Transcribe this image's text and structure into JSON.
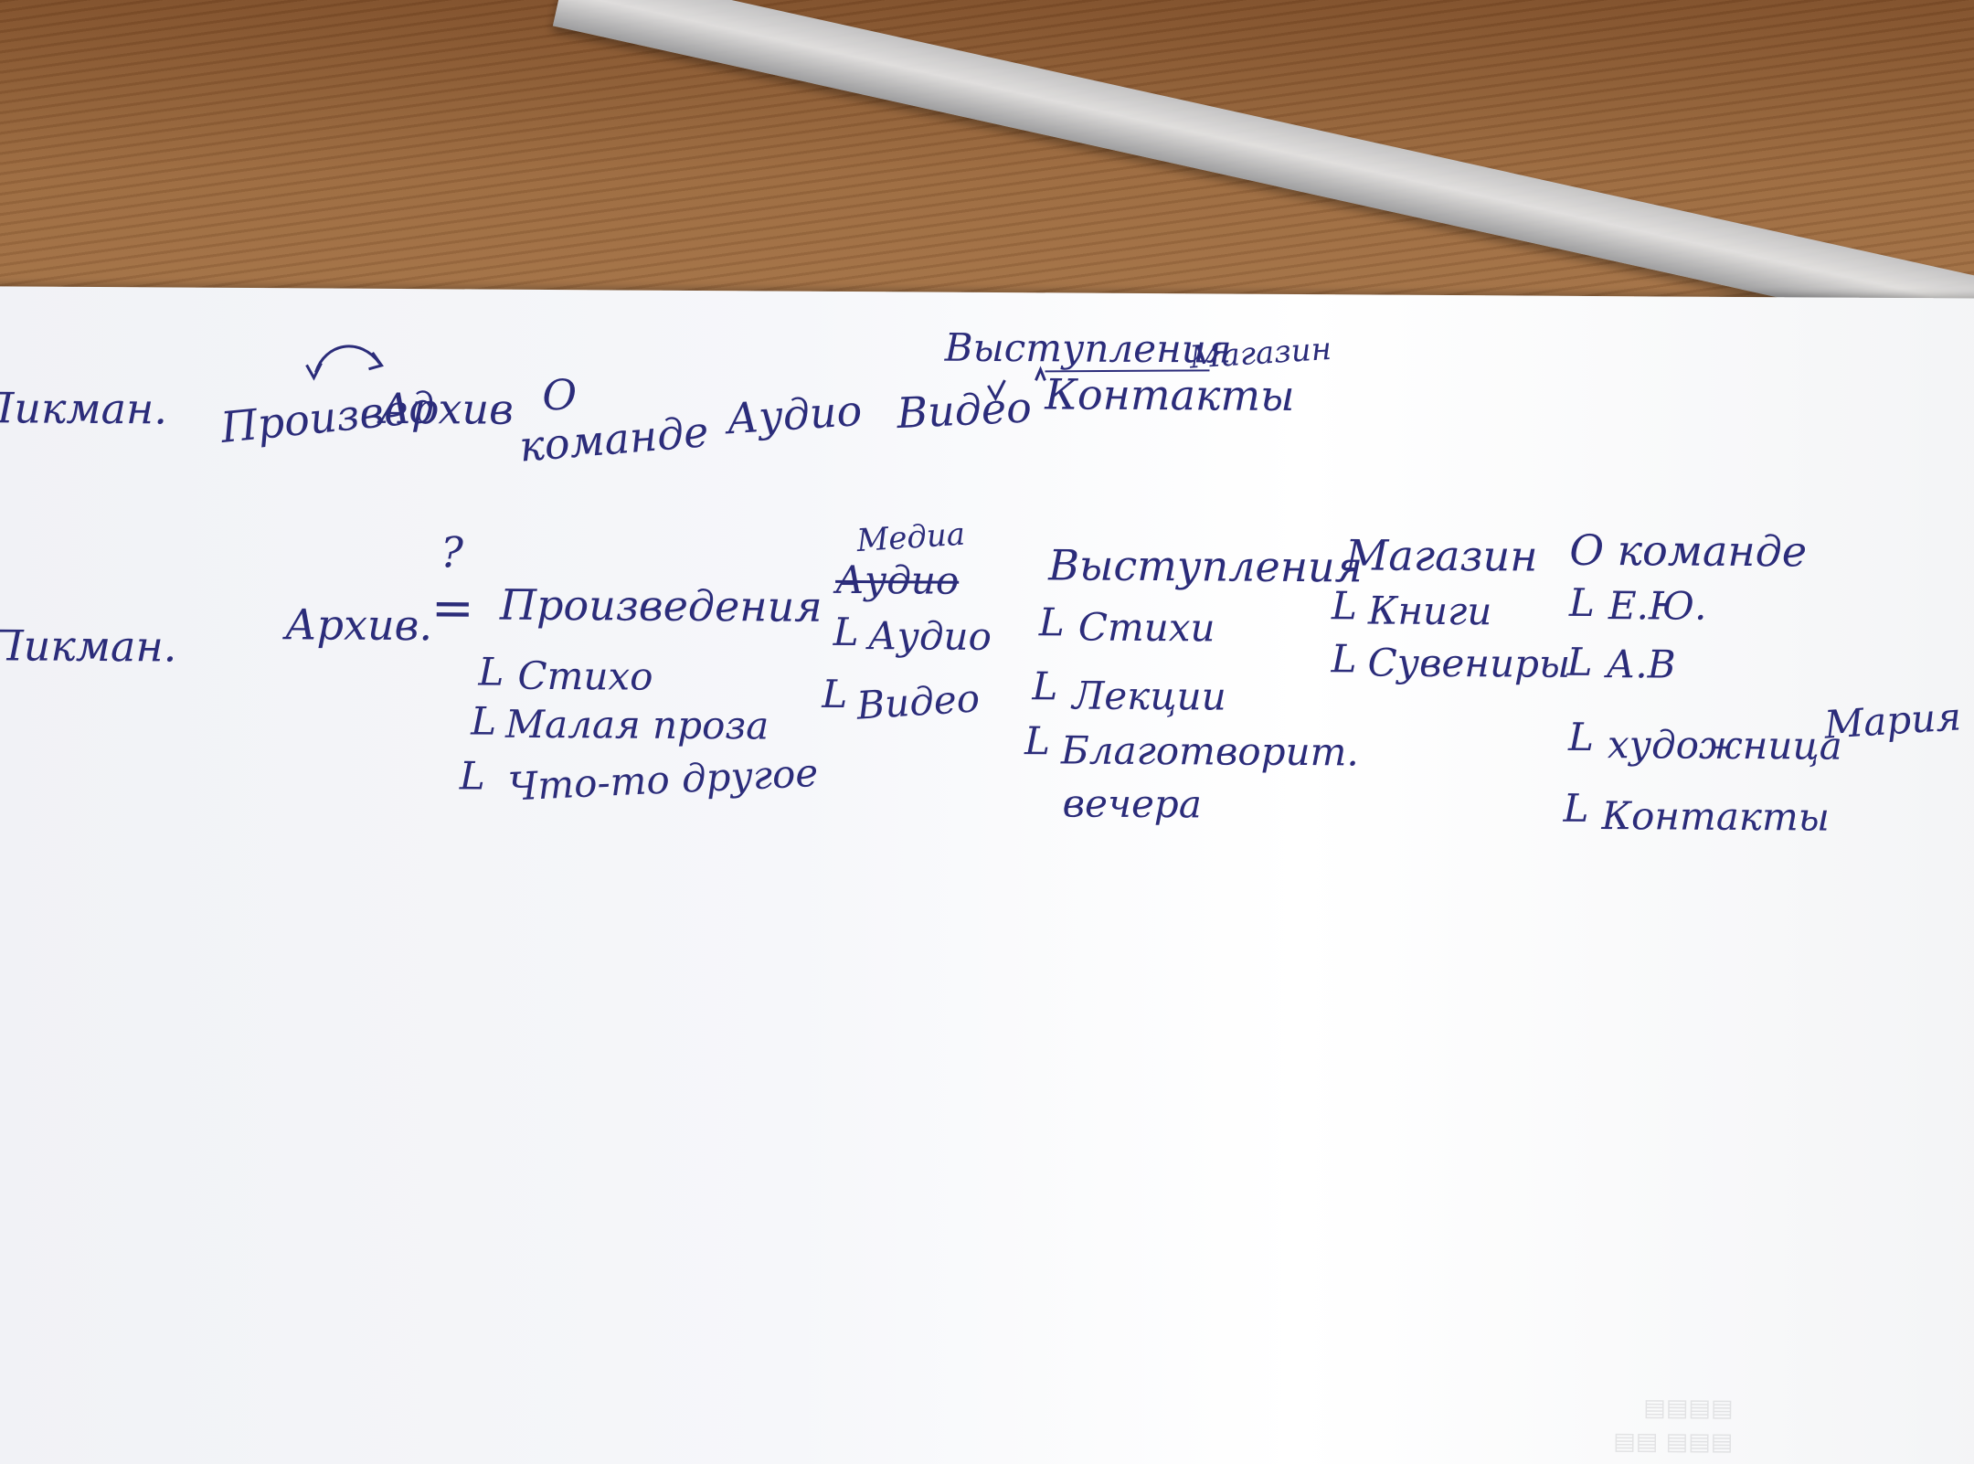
{
  "photo": {
    "table_color": "#9b6a3f",
    "paper_color": "#f6f7fa",
    "ink_color": "#2b2c7a"
  },
  "top_row": {
    "logo": "Пикман.",
    "proizved": "Произвед",
    "arhiv": "Архив",
    "o_komande_1": "О",
    "o_komande_2": "команде",
    "audio": "Аудио",
    "video": "Видео",
    "vystupleniya": "Выступления",
    "magazin": "Магазин",
    "kontakty": "Контакты"
  },
  "bottom_row": {
    "logo": "Пикман.",
    "arhiv": "Архив.",
    "question_mark": "?",
    "equals": "=",
    "proizvedeniya": {
      "heading": "Произведения",
      "items": [
        "Стихо",
        "Малая проза",
        "Что-то другое"
      ]
    },
    "media": {
      "heading": "Медиа",
      "struck_heading": "Аудио",
      "items": [
        "Аудио",
        "Видео"
      ]
    },
    "vystupleniya": {
      "heading": "Выступления",
      "items": [
        "Стихи",
        "Лекции",
        "Благотворит.",
        "вечера"
      ]
    },
    "magazin": {
      "heading": "Магазин",
      "items": [
        "Книги",
        "Сувениры"
      ]
    },
    "o_komande": {
      "heading": "О команде",
      "items": [
        "Е.Ю.",
        "А.В",
        "художница",
        "Контакты"
      ],
      "note": "Мария"
    },
    "item_marker": "L"
  }
}
